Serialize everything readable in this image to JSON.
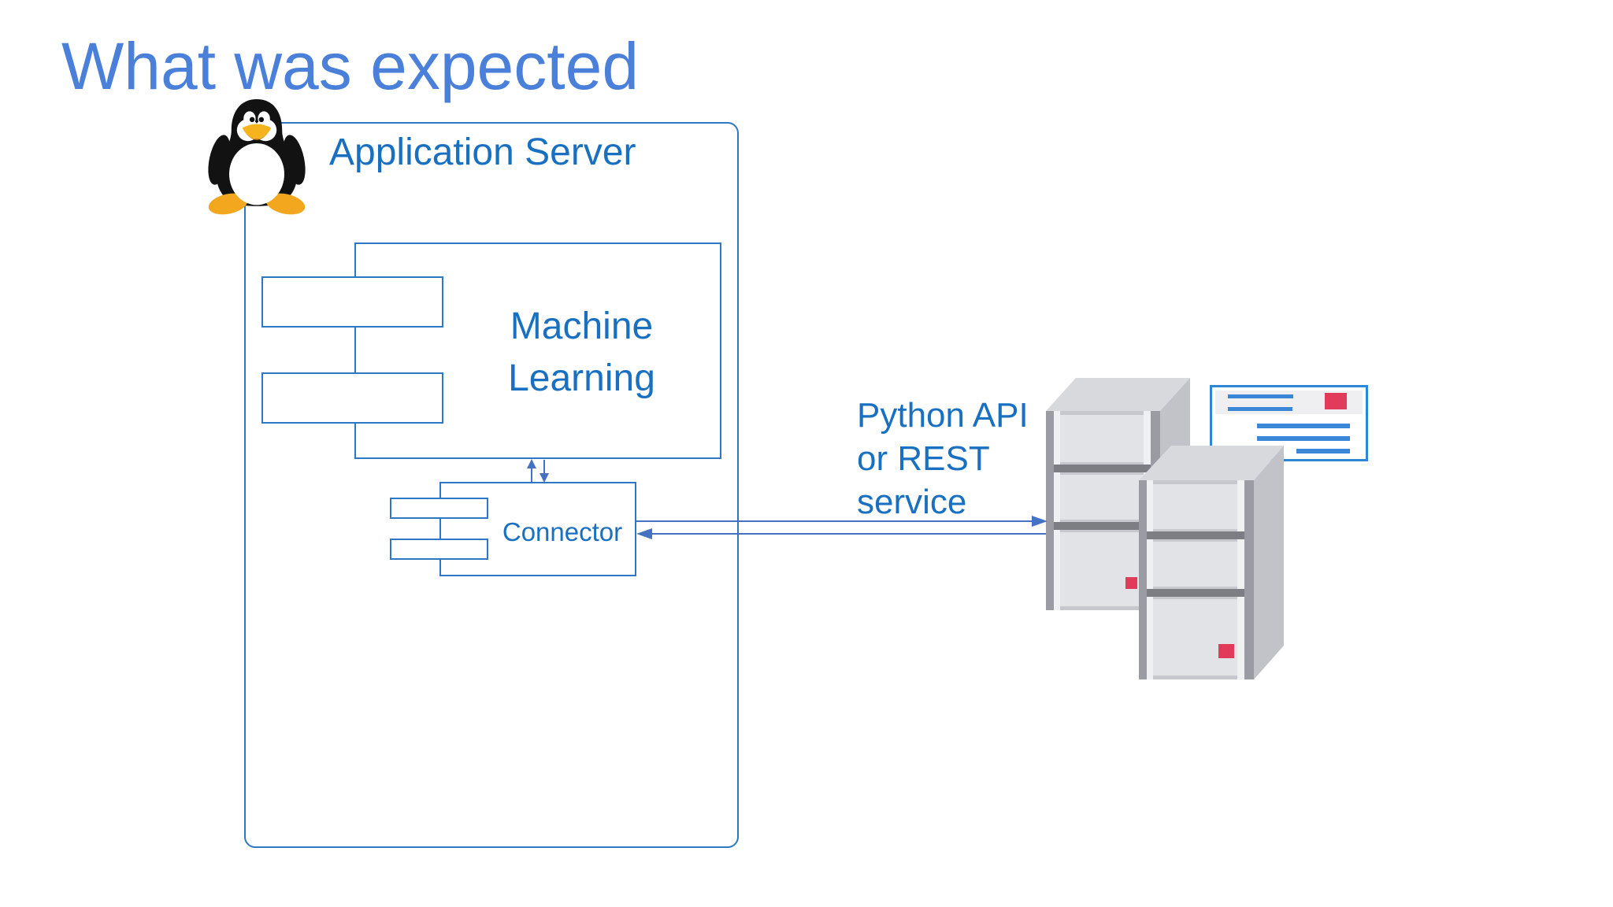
{
  "slide": {
    "title": "What was expected"
  },
  "diagram": {
    "application_server": {
      "label": "Application Server"
    },
    "machine_learning": {
      "line1": "Machine",
      "line2": "Learning"
    },
    "connector": {
      "label": "Connector"
    },
    "api_annotation": {
      "line1": "Python API",
      "line2": "or REST",
      "line3": "service"
    }
  },
  "icons": {
    "tux": "linux-tux-mascot",
    "server_towers": "two-3d-server-towers",
    "webpage_card": "webpage-card-mockup"
  },
  "colors": {
    "title_text": "#4a80d9",
    "label_text": "#1a70c0",
    "diagram_line": "#2d78c4",
    "arrow": "#4372c2",
    "card_border": "#2e86d6",
    "card_line": "#3c86d8",
    "accent_red": "#e23a59",
    "server_edge": "#9b9ca3",
    "server_divider": "#7d7e84",
    "server_top": "#d8d9dd",
    "server_side": "#c2c3c9"
  }
}
